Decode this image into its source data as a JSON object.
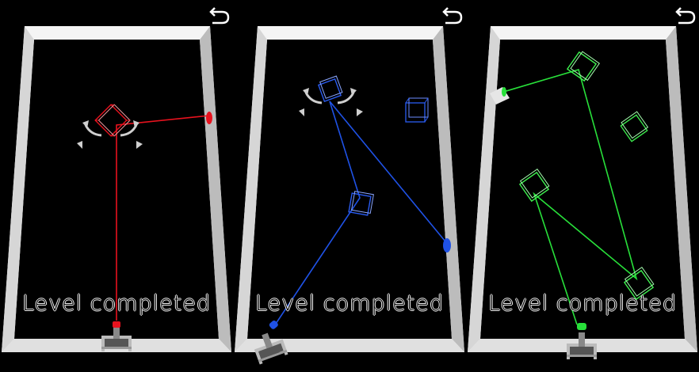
{
  "panels": [
    {
      "id": "red",
      "beam_color": "#e8121e",
      "mirror_color": "#e8121e",
      "status_text": "Level completed"
    },
    {
      "id": "blue",
      "beam_color": "#1f52e6",
      "mirror_color": "#2a5cf2",
      "status_text": "Level completed"
    },
    {
      "id": "green",
      "beam_color": "#28e03a",
      "mirror_color": "#3ef04f",
      "status_text": "Level completed"
    }
  ],
  "icons": {
    "undo": "undo-arrow-icon",
    "rotate": "rotate-arrows-icon",
    "emitter": "laser-emitter-icon",
    "target": "target-receiver-icon"
  },
  "colors": {
    "wall": "#ffffff",
    "wall_shade": "#bdbdbd",
    "floor": "#000000",
    "rotate_arrows": "#c9c9c9"
  }
}
